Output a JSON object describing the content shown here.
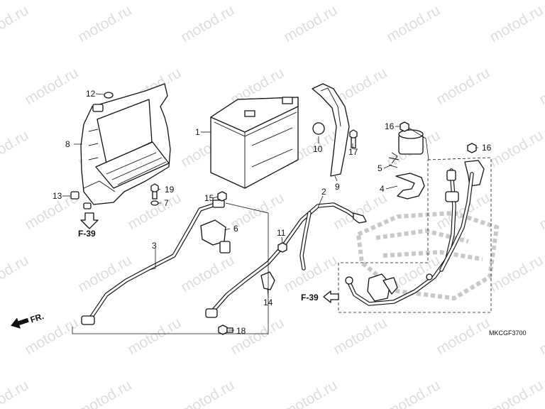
{
  "watermark": "motod.ru",
  "diagram_code": "MKCGF3700",
  "direction_label": "FR.",
  "refs": {
    "f39_left": "F-39",
    "f39_right": "F-39"
  },
  "callouts": {
    "c1": "1",
    "c2": "2",
    "c3": "3",
    "c4": "4",
    "c5": "5",
    "c6": "6",
    "c7": "7",
    "c8": "8",
    "c9": "9",
    "c10": "10",
    "c11": "11",
    "c12": "12",
    "c13": "13",
    "c14": "14",
    "c15": "15",
    "c16a": "16",
    "c16b": "16",
    "c17": "17",
    "c18": "18",
    "c19": "19"
  }
}
